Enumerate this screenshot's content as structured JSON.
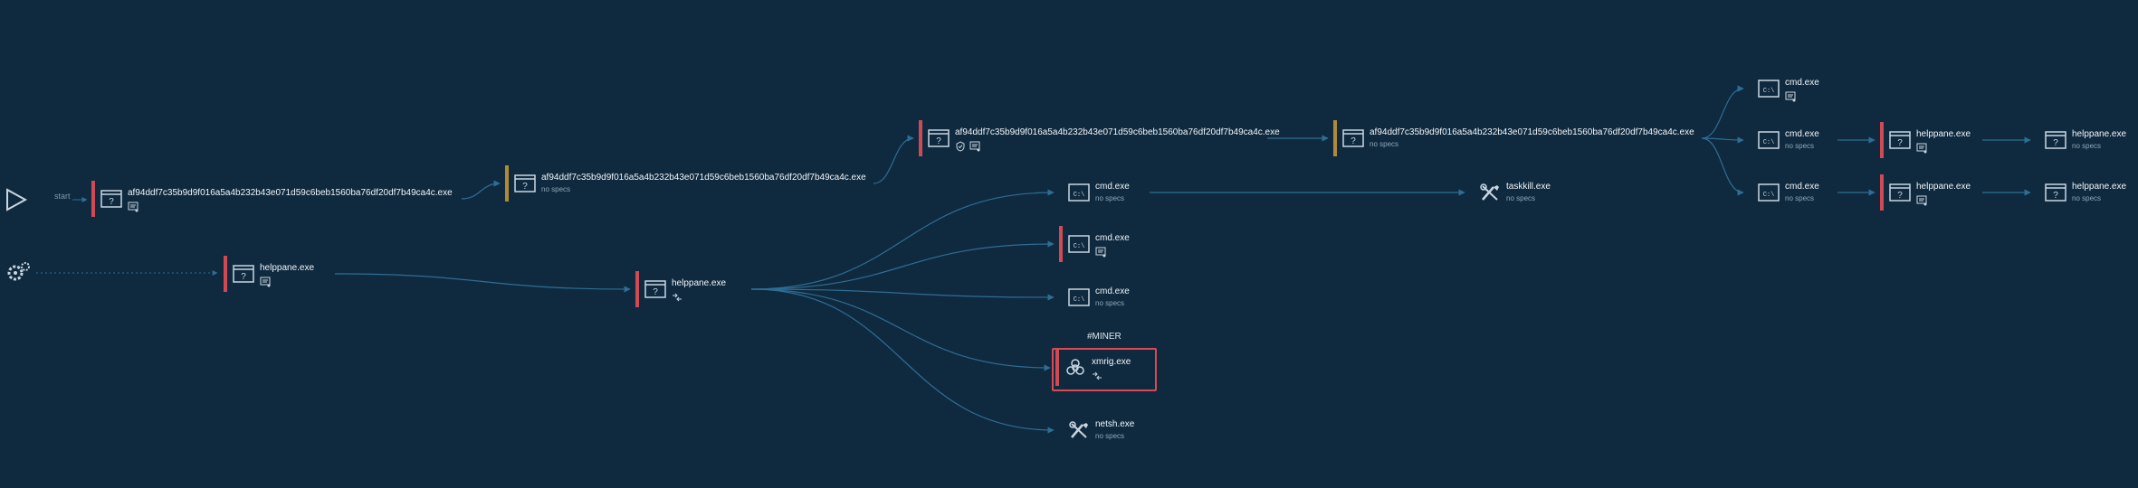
{
  "graph": {
    "start_label": "start",
    "nodes": [
      {
        "id": "root",
        "title": "af94ddf7c35b9d9f016a5a4b232b43e071d59c6beb1560ba76df20df7b49ca4c.exe",
        "sub": "",
        "icon": "window-icon",
        "bar": "red",
        "specs": [
          "log-icon"
        ]
      },
      {
        "id": "n2",
        "title": "af94ddf7c35b9d9f016a5a4b232b43e071d59c6beb1560ba76df20df7b49ca4c.exe",
        "sub": "no specs",
        "icon": "window-icon",
        "bar": "yellow",
        "specs": []
      },
      {
        "id": "n3",
        "title": "af94ddf7c35b9d9f016a5a4b232b43e071d59c6beb1560ba76df20df7b49ca4c.exe",
        "sub": "",
        "icon": "window-icon",
        "bar": "red",
        "specs": [
          "shield-icon",
          "log-icon"
        ]
      },
      {
        "id": "n4",
        "title": "af94ddf7c35b9d9f016a5a4b232b43e071d59c6beb1560ba76df20df7b49ca4c.exe",
        "sub": "no specs",
        "icon": "window-icon",
        "bar": "yellow",
        "specs": []
      },
      {
        "id": "hp1",
        "title": "helppane.exe",
        "sub": "",
        "icon": "window-icon",
        "bar": "red",
        "specs": [
          "log-icon"
        ]
      },
      {
        "id": "hp2",
        "title": "helppane.exe",
        "sub": "",
        "icon": "window-icon",
        "bar": "red",
        "specs": [
          "network-icon"
        ]
      },
      {
        "id": "cmd1",
        "title": "cmd.exe",
        "sub": "no specs",
        "icon": "cmd-icon",
        "bar": "",
        "specs": []
      },
      {
        "id": "cmd2",
        "title": "cmd.exe",
        "sub": "",
        "icon": "cmd-icon",
        "bar": "red",
        "specs": [
          "log-icon"
        ]
      },
      {
        "id": "cmd3",
        "title": "cmd.exe",
        "sub": "no specs",
        "icon": "cmd-icon",
        "bar": "",
        "specs": []
      },
      {
        "id": "xmrig",
        "title": "xmrig.exe",
        "sub": "",
        "icon": "biohazard-icon",
        "bar": "red",
        "specs": [
          "network-icon"
        ]
      },
      {
        "id": "netsh",
        "title": "netsh.exe",
        "sub": "no specs",
        "icon": "tools-icon",
        "bar": "",
        "specs": []
      },
      {
        "id": "taskkill",
        "title": "taskkill.exe",
        "sub": "no specs",
        "icon": "tools-icon",
        "bar": "",
        "specs": []
      },
      {
        "id": "cmd4",
        "title": "cmd.exe",
        "sub": "",
        "icon": "cmd-icon",
        "bar": "",
        "specs": [
          "log-icon"
        ]
      },
      {
        "id": "cmd5",
        "title": "cmd.exe",
        "sub": "no specs",
        "icon": "cmd-icon",
        "bar": "",
        "specs": []
      },
      {
        "id": "cmd6",
        "title": "cmd.exe",
        "sub": "no specs",
        "icon": "cmd-icon",
        "bar": "",
        "specs": []
      },
      {
        "id": "hp3",
        "title": "helppane.exe",
        "sub": "",
        "icon": "window-icon",
        "bar": "red",
        "specs": [
          "log-icon"
        ]
      },
      {
        "id": "hp4",
        "title": "helppane.exe",
        "sub": "",
        "icon": "window-icon",
        "bar": "red",
        "specs": [
          "log-icon"
        ]
      },
      {
        "id": "hp5",
        "title": "helppane.exe",
        "sub": "no specs",
        "icon": "window-icon",
        "bar": "",
        "specs": []
      },
      {
        "id": "hp6",
        "title": "helppane.exe",
        "sub": "no specs",
        "icon": "window-icon",
        "bar": "",
        "specs": []
      }
    ],
    "tags": [
      {
        "for": "xmrig",
        "text": "#MINER"
      }
    ],
    "colors": {
      "background": "#0f2a3f",
      "edge": "#2f6d95",
      "danger": "#d04a55",
      "warning": "#b08a3a",
      "icon": "#c9d6e2"
    }
  }
}
